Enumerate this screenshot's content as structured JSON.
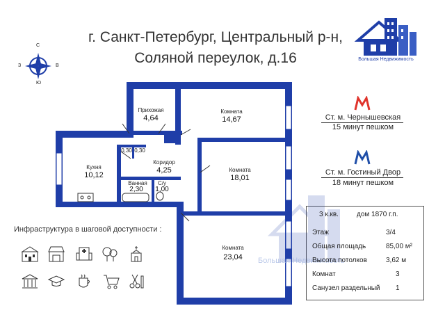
{
  "title": {
    "line1": "г. Санкт-Петербург, Центральный р-н,",
    "line2": "Соляной переулок, д.16"
  },
  "compass": {
    "north": "С",
    "south": "Ю",
    "west": "З",
    "east": "В"
  },
  "logo": {
    "caption": "Большая Недвижимость"
  },
  "rooms": {
    "hallway": {
      "label": "Прихожая",
      "area": "4,64"
    },
    "room1": {
      "label": "Комната",
      "area": "14,67"
    },
    "kitchen": {
      "label": "Кухня",
      "area": "10,12"
    },
    "corridor": {
      "label": "Коридор",
      "area": "4,25"
    },
    "room2": {
      "label": "Комната",
      "area": "18,01"
    },
    "bathroom": {
      "label": "Ванная",
      "area": "2,30"
    },
    "toilet": {
      "label": "С/у",
      "area": "1,00"
    },
    "room3": {
      "label": "Комната",
      "area": "23,04"
    },
    "closet1": {
      "area": "0,30"
    },
    "closet2": {
      "area": "0,30"
    }
  },
  "metro": [
    {
      "station": "Ст. м. Чернышевская",
      "walk": "15 минут пешком",
      "color": "#e0342c"
    },
    {
      "station": "Ст. м. Гостиный Двор",
      "walk": "18 минут пешком",
      "color": "#1f4ea8"
    }
  ],
  "info": {
    "header_left": "3 к.кв.",
    "header_right": "дом 1870 г.п.",
    "rows": [
      {
        "label": "Этаж",
        "value": "3/4"
      },
      {
        "label": "Общая площадь",
        "value": "85,00 м²"
      },
      {
        "label": "Высота потолков",
        "value": "3,62 м"
      },
      {
        "label": "Комнат",
        "value": "3"
      },
      {
        "label": "Санузел раздельный",
        "value": "1"
      }
    ],
    "watermark": "Большая Недвижимость"
  },
  "infrastructure": {
    "title": "Инфраструктура в шаговой доступности :",
    "icons_row1": [
      "school-icon",
      "shop-icon",
      "hospital-icon",
      "park-icon",
      "playground-icon",
      "church-icon"
    ],
    "icons_row2": [
      "bank-icon",
      "university-icon",
      "cafe-icon",
      "supermarket-icon",
      "pharmacy-icon",
      "beauty-icon"
    ]
  },
  "colors": {
    "wall": "#1f3ea8",
    "accent_blue": "#1f4ea8",
    "accent_red": "#e0342c"
  }
}
